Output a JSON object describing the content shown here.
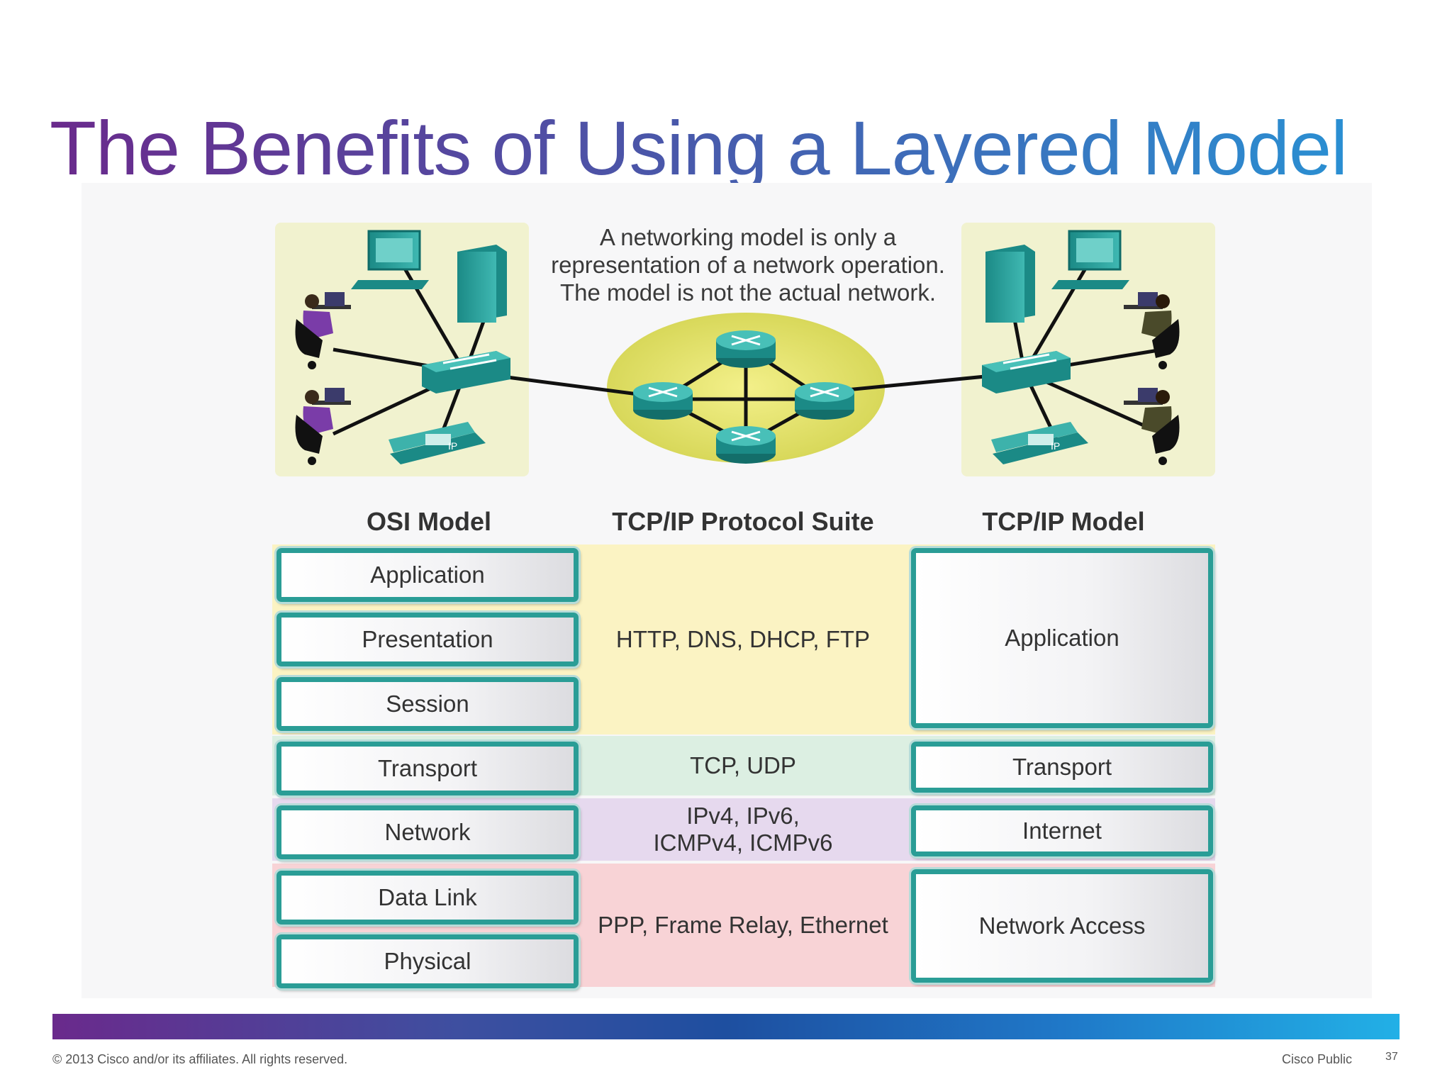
{
  "slide": {
    "title": "The Benefits of Using a Layered Model",
    "caption_lines": [
      "A networking model is only a",
      "representation of a network operation.",
      "The model is not the actual network."
    ],
    "footer_copyright": "© 2013 Cisco and/or its affiliates. All rights reserved.",
    "footer_classification": "Cisco Public",
    "page_number": "37"
  },
  "network": {
    "phone_label": "IP"
  },
  "columns": {
    "osi": "OSI Model",
    "suite": "TCP/IP Protocol  Suite",
    "tcpip": "TCP/IP Model"
  },
  "osi_layers": [
    "Application",
    "Presentation",
    "Session",
    "Transport",
    "Network",
    "Data Link",
    "Physical"
  ],
  "protocols": {
    "application": "HTTP, DNS, DHCP, FTP",
    "transport": "TCP, UDP",
    "internet_line1": "IPv4, IPv6,",
    "internet_line2": "ICMPv4, ICMPv6",
    "network_access": "PPP, Frame Relay, Ethernet"
  },
  "tcpip_layers": [
    "Application",
    "Transport",
    "Internet",
    "Network Access"
  ],
  "colors": {
    "teal": "#2a9d96",
    "band_application": "#fbf3c3",
    "band_transport": "#dcefe2",
    "band_internet": "#e6d9ee",
    "band_network_access": "#f8d3d6"
  }
}
